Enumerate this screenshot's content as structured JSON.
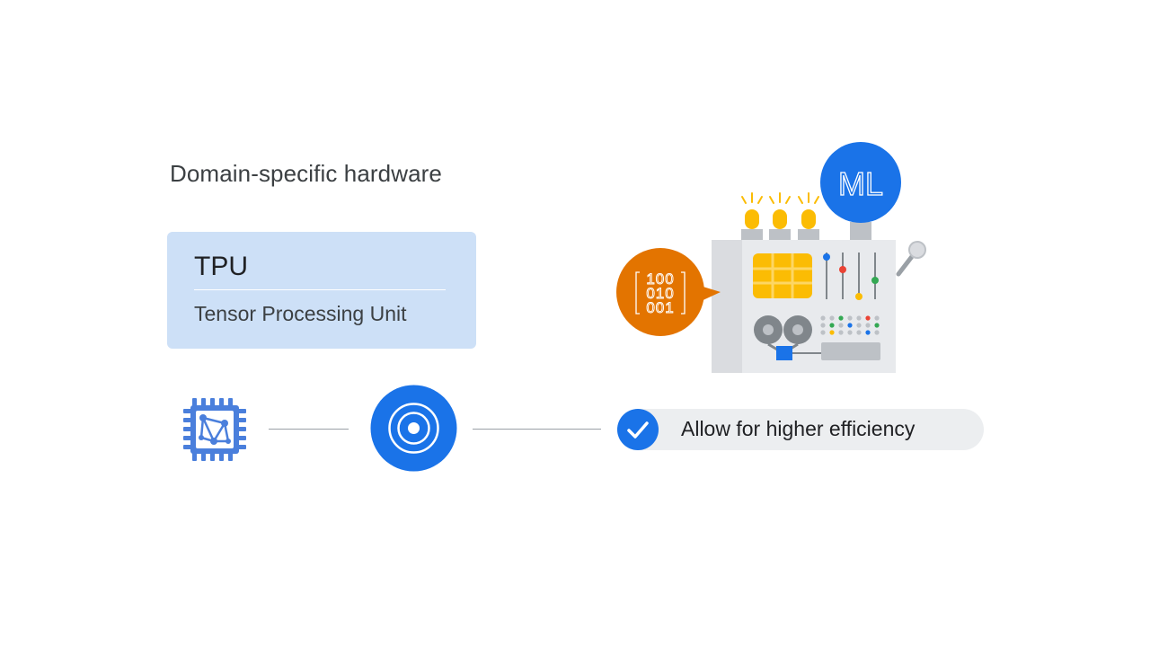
{
  "heading": "Domain-specific hardware",
  "tpu_card": {
    "title": "TPU",
    "subtitle": "Tensor Processing Unit"
  },
  "benefit": {
    "label": "Allow for higher efficiency"
  },
  "illustration": {
    "ml_badge": "ML",
    "binary_rows": [
      "100",
      "010",
      "001"
    ]
  },
  "colors": {
    "blue": "#1a73e8",
    "card_blue": "#cde0f7",
    "orange": "#e37400",
    "yellow": "#fbbc04",
    "red": "#ea4335",
    "green": "#34a853",
    "grey": "#dadce0"
  },
  "icons": [
    "chip-icon",
    "target-icon",
    "check-icon",
    "ml-machine-illustration"
  ]
}
